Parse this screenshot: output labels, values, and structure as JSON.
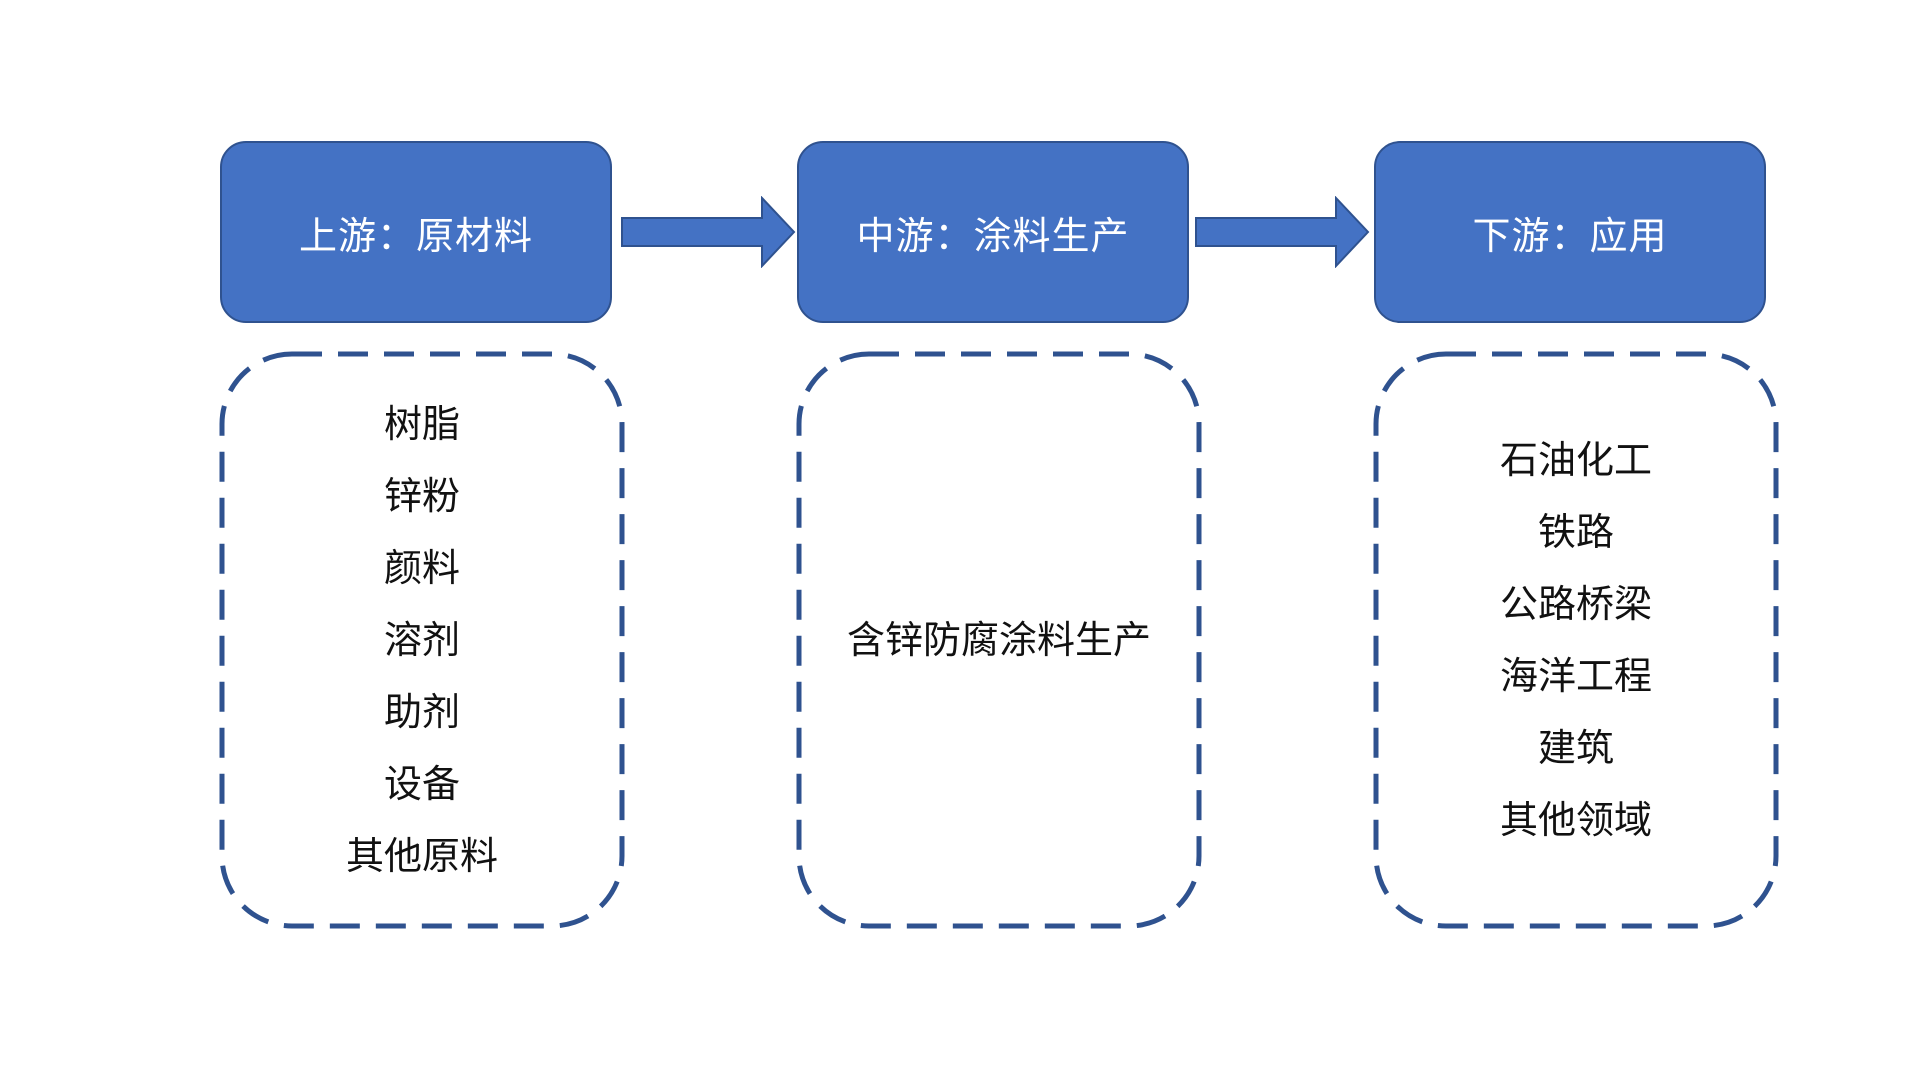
{
  "stages": [
    {
      "title": "上游：原材料",
      "items": [
        "树脂",
        "锌粉",
        "颜料",
        "溶剂",
        "助剂",
        "设备",
        "其他原料"
      ]
    },
    {
      "title": "中游：涂料生产",
      "items": [
        "含锌防腐涂料生产"
      ]
    },
    {
      "title": "下游：应用",
      "items": [
        "石油化工",
        "铁路",
        "公路桥梁",
        "海洋工程",
        "建筑",
        "其他领域"
      ]
    }
  ],
  "colors": {
    "header_fill": "#4472c4",
    "header_border": "#2f528f",
    "dashed_border": "#2f528f",
    "header_text": "#ffffff",
    "body_text": "#111111"
  }
}
